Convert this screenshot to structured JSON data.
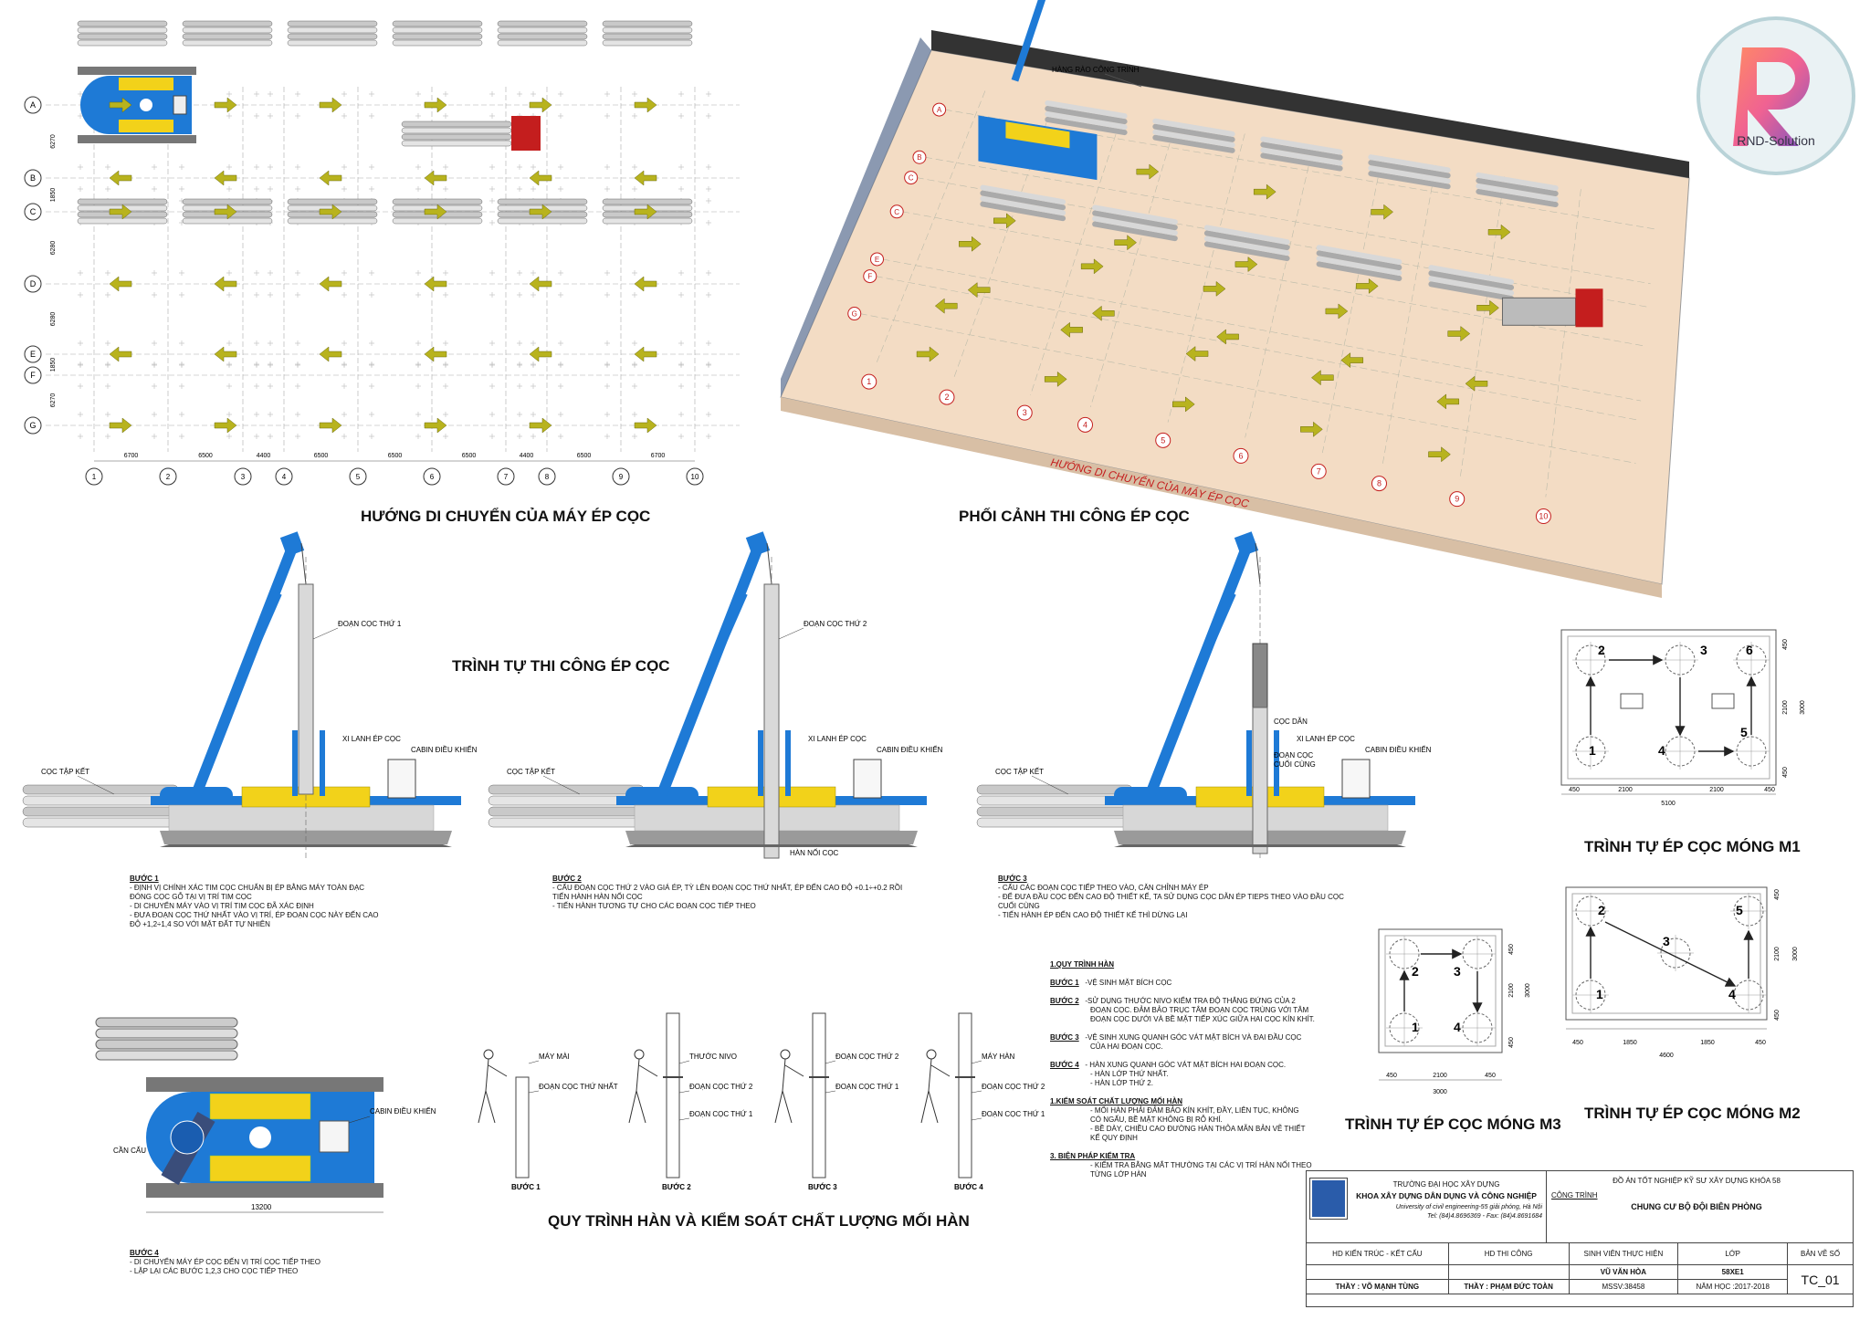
{
  "titles": {
    "plan": "HƯỚNG DI CHUYỂN CỦA MÁY ÉP CỌC",
    "perspective": "PHỐI CẢNH THI CÔNG ÉP CỌC",
    "sequence": "TRÌNH TỰ THI CÔNG ÉP CỌC",
    "welding": "QUY TRÌNH HÀN VÀ KIỂM SOÁT CHẤT LƯỢNG MỐI HÀN",
    "m1": "TRÌNH TỰ ÉP CỌC MÓNG M1",
    "m2": "TRÌNH TỰ ÉP CỌC MÓNG M2",
    "m3": "TRÌNH TỰ ÉP CỌC MÓNG M3"
  },
  "logo": {
    "text": "RND-Solution",
    "letter": "R"
  },
  "plan": {
    "rows": [
      "A",
      "B",
      "C",
      "D",
      "E",
      "F",
      "G"
    ],
    "row_dims": [
      "6270",
      "1850",
      "6280",
      "6280",
      "1850",
      "6270"
    ],
    "cols": [
      "1",
      "2",
      "3",
      "4",
      "5",
      "6",
      "7",
      "8",
      "9",
      "10"
    ],
    "col_dims": [
      "6700",
      "6500",
      "4400",
      "6500",
      "6500",
      "6500",
      "4400",
      "6500",
      "6700"
    ]
  },
  "perspective": {
    "fence_label": "HÀNG RÀO CÔNG TRÌNH",
    "direction_label": "HƯỚNG DI CHUYỂN CỦA MÁY ÉP CỌC",
    "rows": [
      "A",
      "B",
      "C",
      "C",
      "E",
      "F",
      "G"
    ],
    "cols": [
      "1",
      "2",
      "3",
      "4",
      "5",
      "6",
      "7",
      "8",
      "9",
      "10"
    ]
  },
  "machines": [
    {
      "pile_label": "ĐOẠN CỌC THỨ 1",
      "cyl": "XI LANH ÉP CỌC",
      "cabin": "CABIN ĐIỀU KHIỂN",
      "stock": "CỌC TẬP KẾT",
      "extra1": "",
      "extra2": ""
    },
    {
      "pile_label": "ĐOẠN CỌC THỨ 2",
      "cyl": "XI LANH ÉP CỌC",
      "cabin": "CABIN ĐIỀU KHIỂN",
      "stock": "CỌC TẬP KẾT",
      "extra1": "HÀN NỐI CỌC",
      "extra2": ""
    },
    {
      "pile_label": "CỌC DẪN",
      "cyl": "XI LANH ÉP CỌC",
      "cabin": "CABIN ĐIỀU KHIỂN",
      "stock": "CỌC TẬP KẾT",
      "extra1": "ĐOẠN CỌC",
      "extra2": "CUỐI CÙNG"
    }
  ],
  "steps": [
    {
      "title": "BƯỚC 1",
      "lines": [
        "- ĐỊNH VỊ CHÍNH XÁC TIM CỌC  CHUẨN BỊ ÉP BẰNG MÁY TOÀN ĐẠC",
        "  ĐÓNG CỌC GỖ TẠI VỊ TRÍ TIM CỌC",
        "- DI CHUYỂN MÁY VÀO VỊ TRÍ TIM CỌC ĐÃ XÁC ĐỊNH",
        "- ĐƯA ĐOẠN CỌC THỨ NHẤT VÀO VỊ TRÍ, ÉP ĐOẠN CỌC NÀY ĐẾN CAO",
        "  ĐỘ +1,2÷1,4 SO VỚI MẶT ĐẤT TỰ NHIÊN"
      ]
    },
    {
      "title": "BƯỚC 2",
      "lines": [
        "- CẨU ĐOẠN CỌC THỨ 2 VÀO GIÁ ÉP, TỲ LÊN ĐOẠN CỌC THỨ NHẤT, ÉP ĐẾN CAO ĐỘ +0.1÷+0.2 RỒI",
        "  TIẾN HÀNH HÀN NỐI CỌC",
        "- TIẾN HÀNH TƯƠNG TỰ CHO CÁC ĐOẠN CỌC TIẾP THEO"
      ]
    },
    {
      "title": "BƯỚC 3",
      "lines": [
        "- CẨU CÁC ĐOẠN CỌC TIẾP THEO VÀO, CĂN CHỈNH MÁY ÉP",
        "- ĐỂ ĐƯA ĐẦU CỌC ĐẾN CAO ĐỘ THIẾT KẾ, TA SỬ DỤNG CỌC DẪN ÉP TIEPS THEO VÀO ĐẦU CỌC",
        "  CUỐI CÙNG",
        "- TIẾN HÀNH ÉP ĐẾN CAO ĐỘ THIẾT KẾ THÌ DỪNG LẠI"
      ]
    },
    {
      "title": "BƯỚC 4",
      "lines": [
        "- DI CHUYỂN MÁY ÉP CỌC ĐẾN VỊ TRÍ CỌC TIẾP THEO",
        "- LẶP LẠI CÁC BƯỚC 1,2,3 CHO CỌC TIẾP THEO"
      ]
    }
  ],
  "topview": {
    "crane": "CẦN CẨU",
    "cabin": "CABIN ĐIỀU KHIỂN",
    "dim": "13200"
  },
  "welding": {
    "figures": [
      {
        "step": "BƯỚC 1",
        "labels": [
          "MÁY MÀI",
          "ĐOẠN CỌC THỨ NHẤT"
        ]
      },
      {
        "step": "BƯỚC 2",
        "labels": [
          "THƯỚC NIVO",
          "ĐOẠN CỌC THỨ 2",
          "ĐOẠN CỌC THỨ 1"
        ]
      },
      {
        "step": "BƯỚC 3",
        "labels": [
          "ĐOẠN CỌC THỨ 2",
          "ĐOẠN CỌC THỨ 1"
        ]
      },
      {
        "step": "BƯỚC 4",
        "labels": [
          "MÁY HÀN",
          "ĐOẠN CỌC THỨ 2",
          "ĐOẠN CỌC THỨ 1"
        ]
      }
    ],
    "notes": {
      "h1": "1.QUY TRÌNH HÀN",
      "s1t": "BƯỚC 1",
      "s1": [
        "-VỆ SINH MẶT BÍCH CỌC"
      ],
      "s2t": "BƯỚC 2",
      "s2": [
        "-SỬ DỤNG THƯỚC NIVO KIỂM TRA ĐỘ THẲNG ĐỨNG    CỦA 2",
        "ĐOẠN CỌC. ĐẢM BẢO TRỤC TÂM ĐOẠN CỌC TRÙNG VỚI TÂM",
        "ĐOẠN CỌC DƯỚI VÀ BỀ MẶT TIẾP XÚC GIỮA HAI CỌC KÍN KHÍT."
      ],
      "s3t": "BƯỚC 3",
      "s3": [
        "-VỆ SINH XUNG QUANH GÓC VÁT MẶT BÍCH VÀ ĐAI ĐẦU CỌC",
        "CỦA HAI ĐOẠN CỌC."
      ],
      "s4t": "BƯỚC 4",
      "s4": [
        "- HÀN XUNG QUANH GÓC VÁT MẶT BÍCH HAI  ĐOẠN CỌC.",
        "- HÀN LỚP THỨ NHẤT.",
        "- HÀN LỚP THỨ 2."
      ],
      "h2": "1.KIỂM SOÁT CHẤT LƯỢNG MỐI HÀN",
      "q": [
        "- MỐI HÀN PHẢI ĐẢM BẢO KÍN KHÍT, ĐẦY, LIÊN TỤC, KHÔNG",
        "CÓ NGẤU, BỀ MẶT  KHÔNG BỊ RỖ KHÍ.",
        "- BỀ DÀY, CHIỀU CAO ĐƯỜNG HÀN THỎA MÃN BẢN VẼ THIẾT",
        "KẾ QUY ĐỊNH"
      ],
      "h3": "3. BIỆN PHÁP KIỂM TRA",
      "k": [
        "- KIỂM TRA BẰNG MẮT THƯỜNG TẠI CÁC VỊ TRÍ HÀN NỐI THEO",
        "TỪNG LỚP HÀN"
      ]
    }
  },
  "foundations": {
    "m1": {
      "dims_bottom": [
        "450",
        "2100",
        "2100",
        "450"
      ],
      "total": "5100",
      "dims_side": [
        "450",
        "2100",
        "450"
      ],
      "side_total": "3000",
      "piles": [
        "1",
        "2",
        "3",
        "4",
        "5",
        "6"
      ]
    },
    "m2": {
      "dims_bottom": [
        "450",
        "1850",
        "1850",
        "450"
      ],
      "total": "4600",
      "dims_side": [
        "450",
        "2100",
        "450"
      ],
      "side_total": "3000",
      "piles": [
        "1",
        "2",
        "3",
        "4",
        "5"
      ]
    },
    "m3": {
      "dims_bottom": [
        "450",
        "2100",
        "450"
      ],
      "total": "3000",
      "dims_side": [
        "450",
        "2100",
        "450"
      ],
      "side_total": "3000",
      "piles": [
        "1",
        "2",
        "3",
        "4"
      ]
    }
  },
  "title_block": {
    "university": "TRƯỜNG ĐẠI HỌC XÂY DỰNG",
    "faculty": "KHOA XÂY DỰNG DÂN DỤNG VÀ CÔNG NGHIỆP",
    "english": "University of civil engineering-55 giải phóng, Hà Nội",
    "phone": "Tel: (84)4.8696369 - Fax: (84)4.8691684",
    "project_title": "ĐỒ ÁN TỐT NGHIỆP KỸ SƯ XÂY DỰNG KHÓA 58",
    "project_label": "CÔNG TRÌNH",
    "project_name": "CHUNG CƯ BỘ ĐỘI BIÊN PHÒNG",
    "h1": "HD KIẾN TRÚC - KẾT CẤU",
    "h2": "HD THI CÔNG",
    "h3": "SINH VIÊN THỰC HIỆN",
    "h4": "LỚP",
    "h5": "BẢN VẼ SỐ",
    "student": "VŨ VĂN HÒA",
    "class": "58XE1",
    "t1": "THẦY : VÕ MẠNH TÙNG",
    "t2": "THẦY : PHẠM ĐỨC TOÀN",
    "mssv": "MSSV:38458",
    "year": "NĂM HỌC :2017-2018",
    "sheet": "TC_01"
  },
  "colors": {
    "machine_blue": "#1e7ad6",
    "weight_yellow": "#f2d21a",
    "arrow_olive": "#b8b31e",
    "truck_red": "#c41e1e",
    "ground": "#f3dcc4"
  }
}
